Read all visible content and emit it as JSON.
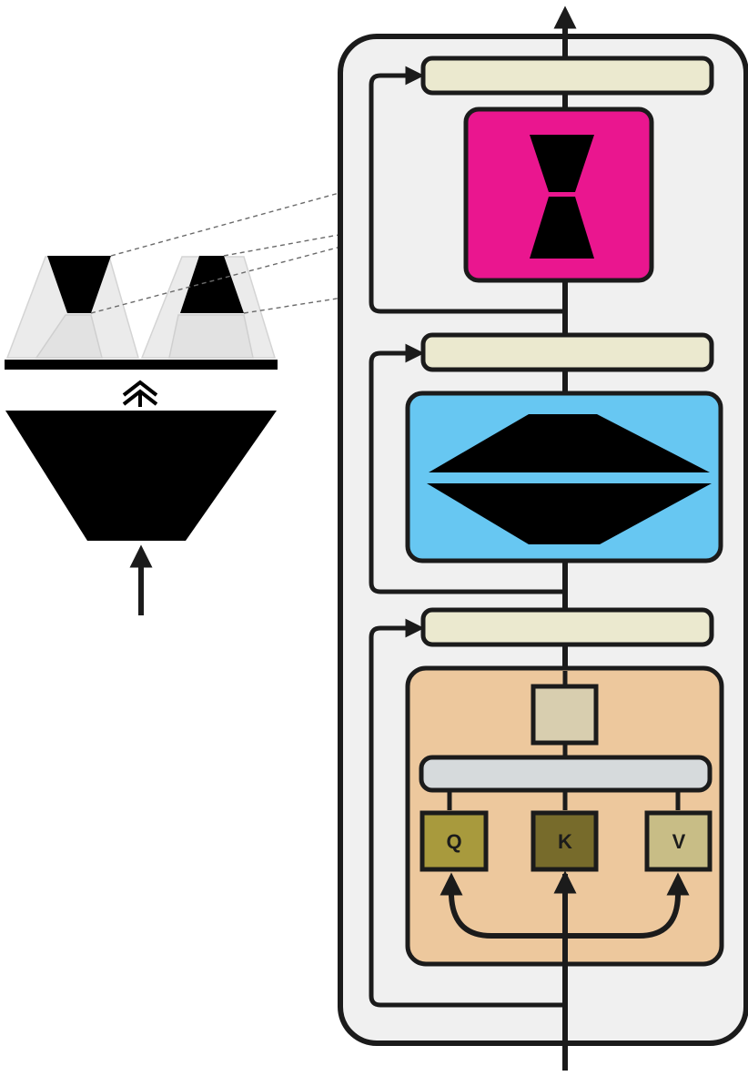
{
  "colors": {
    "stroke": "#1b1b1b",
    "block_background": "#f0f0f0",
    "norm_bar": "#ebe9cf",
    "moe_box": "#ea168f",
    "ffn_box": "#67c7f2",
    "attention_box": "#edc89d",
    "attention_output": "#d8ceaf",
    "attention_mix_bar": "#d6dadc",
    "query": "#a89a3d",
    "key": "#776b2b",
    "value": "#c8bd86",
    "ghost_expert": "#e6e6e6"
  },
  "attention": {
    "query_label": "Q",
    "key_label": "K",
    "value_label": "V"
  },
  "icons": [
    "up-arrow-icon",
    "double-chevron-up-icon",
    "hourglass-expert-icon",
    "diamond-ffn-icon"
  ]
}
